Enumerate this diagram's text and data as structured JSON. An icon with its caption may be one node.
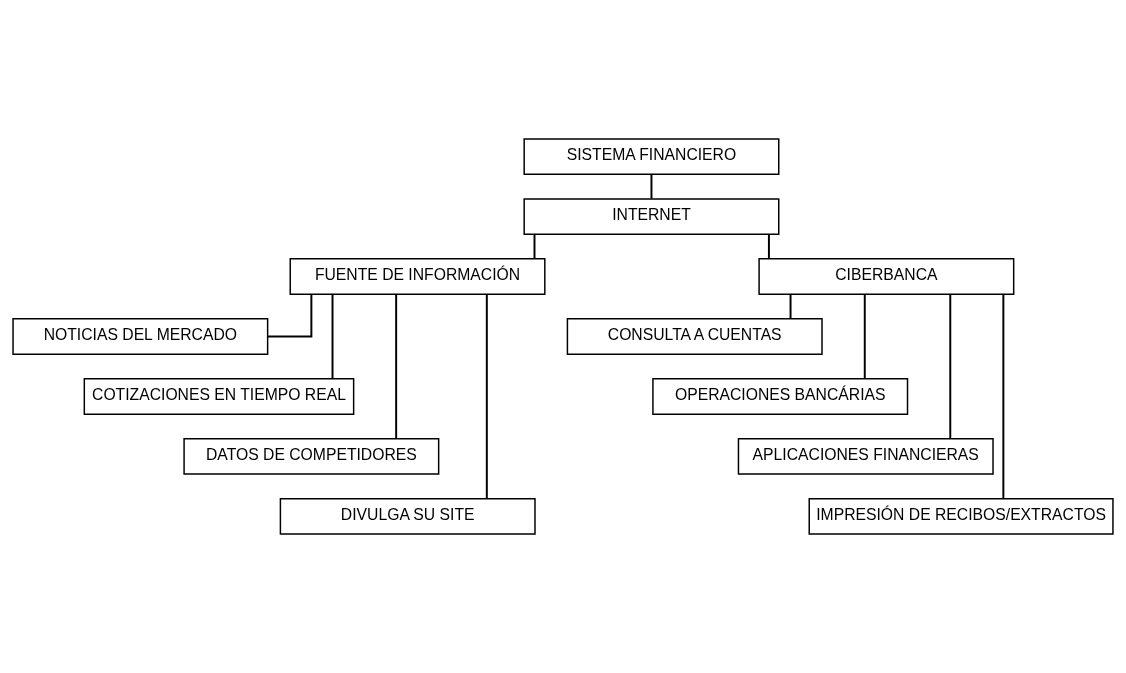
{
  "diagram": {
    "nodes": [
      {
        "text": [
          "SISTEMA FINANCIERO"
        ]
      },
      {
        "text": [
          "INTERNET"
        ]
      },
      {
        "text": [
          "FUENTE DE INFORMACIÓN"
        ]
      },
      {
        "text": [
          "CIBERBANCA"
        ]
      },
      {
        "text": [
          "NOTICIAS DEL MERCADO"
        ]
      },
      {
        "text": [
          "COTIZACIONES EN TIEMPO REAL"
        ]
      },
      {
        "text": [
          "DATOS DE COMPETIDORES"
        ]
      },
      {
        "text": [
          "DIVULGA SU SITE"
        ]
      },
      {
        "text": [
          "CONSULTA A CUENTAS"
        ]
      },
      {
        "text": [
          "OPERACIONES BANCÁRIAS"
        ]
      },
      {
        "text": [
          "APLICACIONES FINANCIERAS"
        ]
      },
      {
        "text": [
          "IMPRESIÓN DE RECIBOS/EXTRACTOS"
        ]
      }
    ],
    "edges": [
      {
        "from": 0,
        "to": 1,
        "arrow": "none"
      },
      {
        "from": 1,
        "to": 2,
        "arrow": "none"
      },
      {
        "from": 1,
        "to": 3,
        "arrow": "none"
      },
      {
        "from": 2,
        "to": 4,
        "arrow": "none"
      },
      {
        "from": 2,
        "to": 5,
        "arrow": "none"
      },
      {
        "from": 2,
        "to": 6,
        "arrow": "none"
      },
      {
        "from": 2,
        "to": 7,
        "arrow": "none"
      },
      {
        "from": 3,
        "to": 8,
        "arrow": "none"
      },
      {
        "from": 3,
        "to": 9,
        "arrow": "none"
      },
      {
        "from": 3,
        "to": 10,
        "arrow": "none"
      },
      {
        "from": 3,
        "to": 11,
        "arrow": "none"
      }
    ]
  }
}
